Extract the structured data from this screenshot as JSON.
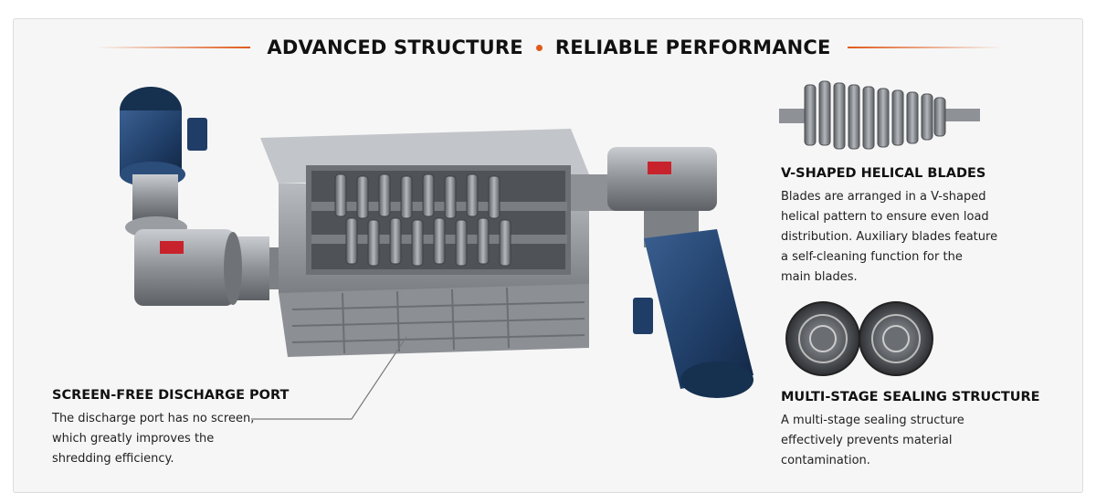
{
  "header": {
    "title_left": "ADVANCED STRUCTURE",
    "title_right": "RELIABLE PERFORMANCE"
  },
  "features": {
    "discharge": {
      "title": "SCREEN-FREE DISCHARGE PORT",
      "lines": [
        "The discharge port has no screen,",
        "which greatly improves the",
        "shredding efficiency."
      ]
    },
    "blades": {
      "title": "V-SHAPED HELICAL BLADES",
      "lines": [
        "Blades are arranged in a V-shaped",
        "helical pattern to ensure even load",
        "distribution. Auxiliary blades feature",
        "a self-cleaning function for the",
        "main blades."
      ]
    },
    "sealing": {
      "title": "MULTI-STAGE SEALING STRUCTURE",
      "lines": [
        "A multi-stage sealing structure",
        "effectively prevents material",
        "contamination."
      ]
    }
  },
  "colors": {
    "accent": "#e05a1a",
    "motor_blue": "#1f3d66",
    "steel": "#8a8d91",
    "frame": "#a4a7ab",
    "warning_red": "#c8232c"
  },
  "icons": {
    "machine": "twin-shaft-shredder-illustration",
    "blade_shaft": "helical-blade-shaft-image",
    "seal": "sealing-rings-image"
  }
}
